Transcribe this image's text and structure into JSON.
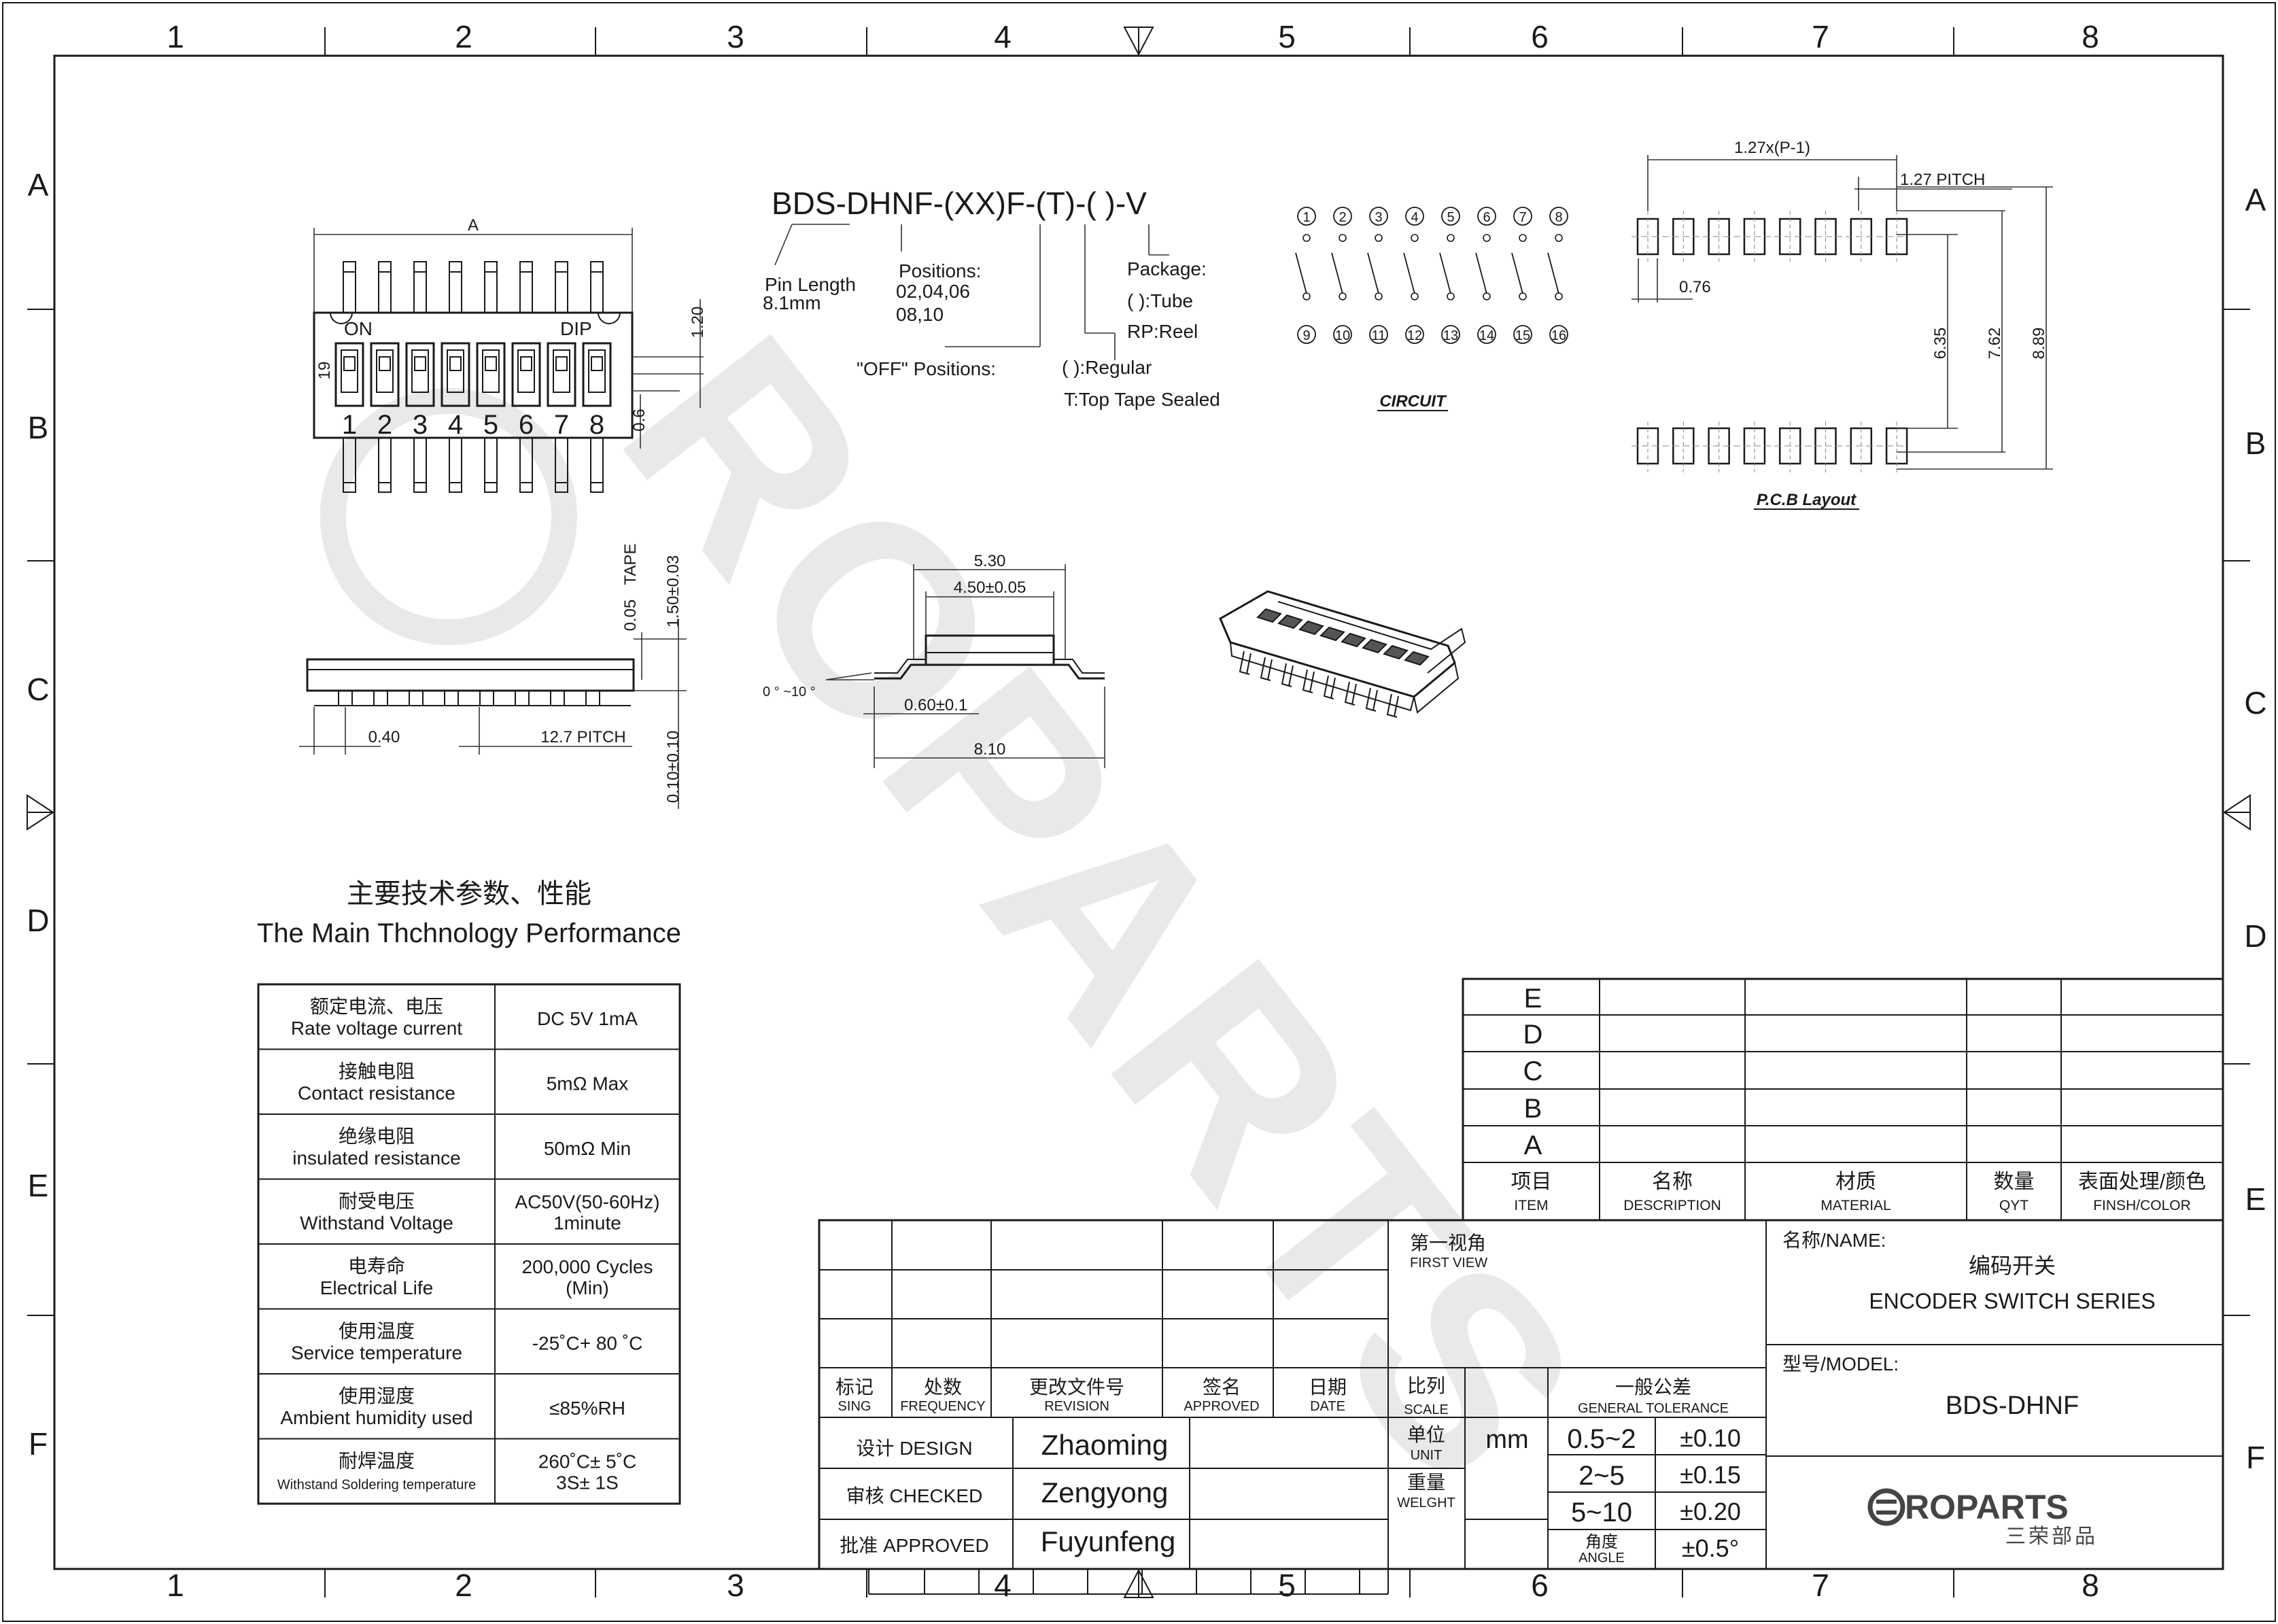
{
  "border": {
    "columns": [
      "1",
      "2",
      "3",
      "4",
      "5",
      "6",
      "7",
      "8"
    ],
    "rows": [
      "A",
      "B",
      "C",
      "D",
      "E",
      "F"
    ]
  },
  "part_code": {
    "code": "BDS-DHNF-(XX)F-(T)-( )-V",
    "pin_length_label": "Pin Length",
    "pin_length_value": "8.1mm",
    "positions_label": "Positions:",
    "positions_line1": "02,04,06",
    "positions_line2": "08,10",
    "off_positions": "\"OFF\" Positions:",
    "package_label": "Package:",
    "package_tube": "( ):Tube",
    "package_reel": "RP:Reel",
    "regular": "( ):Regular",
    "top_tape": "T:Top Tape Sealed"
  },
  "top_view": {
    "dim_a": "A",
    "on_label": "ON",
    "dip_label": "DIP",
    "dim_19": "19",
    "dim_120": "1.20",
    "dim_06": "0.6",
    "numbers": [
      "1",
      "2",
      "3",
      "4",
      "5",
      "6",
      "7",
      "8"
    ]
  },
  "side_view": {
    "tape": "TAPE",
    "dim_005": "0.05",
    "dim_150": "1.50±0.03",
    "dim_010": "0.10±0.10",
    "dim_040": "0.40",
    "dim_pitch": "12.7 PITCH"
  },
  "profile": {
    "dim_530": "5.30",
    "dim_450": "4.50±0.05",
    "angle": "0 ° ~10 °",
    "dim_060": "0.60±0.1",
    "dim_810": "8.10"
  },
  "circuit": {
    "top": [
      "1",
      "2",
      "3",
      "4",
      "5",
      "6",
      "7",
      "8"
    ],
    "bottom": [
      "9",
      "10",
      "11",
      "12",
      "13",
      "14",
      "15",
      "16"
    ],
    "title": "CIRCUIT"
  },
  "pcb": {
    "dim_pitch_formula": "1.27x(P-1)",
    "dim_pitch": "1.27  PITCH",
    "dim_076": "0.76",
    "dim_635": "6.35",
    "dim_762": "7.62",
    "dim_889": "8.89",
    "title": "P.C.B Layout"
  },
  "performance": {
    "title_cn": "主要技术参数、性能",
    "title_en": "The Main Thchnology Performance",
    "rows": [
      {
        "cn": "额定电流、电压",
        "en": "Rate voltage current",
        "v1": "DC 5V 1mA",
        "v2": ""
      },
      {
        "cn": "接触电阻",
        "en": "Contact resistance",
        "v1": "5mΩ   Max",
        "v2": ""
      },
      {
        "cn": "绝缘电阻",
        "en": "insulated resistance",
        "v1": "50mΩ Min",
        "v2": ""
      },
      {
        "cn": "耐受电压",
        "en": "Withstand Voltage",
        "v1": "AC50V(50-60Hz)",
        "v2": "1minute"
      },
      {
        "cn": "电寿命",
        "en": "Electrical Life",
        "v1": "200,000 Cycles",
        "v2": "(Min)"
      },
      {
        "cn": "使用温度",
        "en": "Service temperature",
        "v1": "-25˚C+ 80 ˚C",
        "v2": ""
      },
      {
        "cn": "使用湿度",
        "en": "Ambient humidity used",
        "v1": "≤85%RH",
        "v2": ""
      },
      {
        "cn": "耐焊温度",
        "en": "Withstand Soldering temperature",
        "v1": "260˚C± 5˚C",
        "v2": "3S± 1S"
      }
    ]
  },
  "revision": {
    "letters": [
      "E",
      "D",
      "C",
      "B",
      "A"
    ],
    "headers": [
      {
        "cn": "项目",
        "en": "ITEM"
      },
      {
        "cn": "名称",
        "en": "DESCRIPTION"
      },
      {
        "cn": "材质",
        "en": "MATERIAL"
      },
      {
        "cn": "数量",
        "en": "QYT"
      },
      {
        "cn": "表面处理/颜色",
        "en": "FINSH/COLOR"
      }
    ]
  },
  "title_block": {
    "headers": [
      {
        "cn": "标记",
        "en": "SING"
      },
      {
        "cn": "处数",
        "en": "FREQUENCY"
      },
      {
        "cn": "更改文件号",
        "en": "REVISION"
      },
      {
        "cn": "签名",
        "en": "APPROVED"
      },
      {
        "cn": "日期",
        "en": "DATE"
      }
    ],
    "design_label": "设计 DESIGN",
    "design_name": "Zhaoming",
    "checked_label": "审核 CHECKED",
    "checked_name": "Zengyong",
    "approved_label": "批准 APPROVED",
    "approved_name": "Fuyunfeng",
    "first_view_cn": "第一视角",
    "first_view_en": "FIRST VIEW",
    "scale_cn": "比列",
    "scale_en": "SCALE",
    "unit_cn": "单位",
    "unit_en": "UNIT",
    "unit_value": "mm",
    "weight_cn": "重量",
    "weight_en": "WELGHT",
    "tol_cn": "一般公差",
    "tol_en": "GENERAL TOLERANCE",
    "tolerances": [
      {
        "range": "0.5~2",
        "tol": "±0.10"
      },
      {
        "range": "2~5",
        "tol": "±0.15"
      },
      {
        "range": "5~10",
        "tol": "±0.20"
      }
    ],
    "angle_cn": "角度",
    "angle_en": "ANGLE",
    "angle_tol": "±0.5°",
    "name_label": "名称/NAME:",
    "name_cn": "编码开关",
    "name_en": "ENCODER SWITCH SERIES",
    "model_label": "型号/MODEL:",
    "model_value": "BDS-DHNF",
    "logo_text": "ROPARTS",
    "logo_cn": "三荣部品"
  },
  "watermark": "ROPARTS"
}
